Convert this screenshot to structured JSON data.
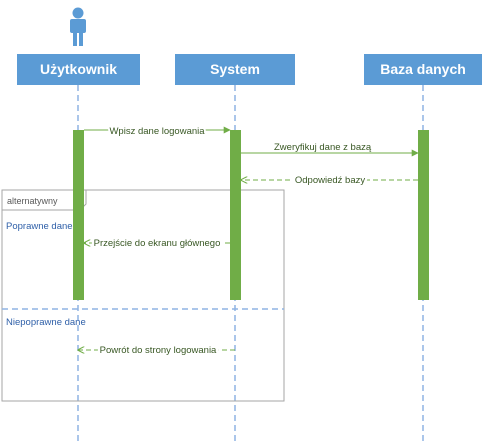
{
  "actors": {
    "user": "Użytkownik",
    "system": "System",
    "database": "Baza danych"
  },
  "messages": {
    "enter_login": "Wpisz dane logowania",
    "verify_data": "Zweryfikuj dane z bazą",
    "db_response": "Odpowiedź bazy",
    "go_home": "Przejście do ekranu głównego",
    "back_to_login": "Powrót do strony logowania"
  },
  "fragment": {
    "label": "alternatywny",
    "guard_valid": "Poprawne dane",
    "guard_invalid": "Niepoprawne dane"
  },
  "icons": [
    "person-icon"
  ],
  "colors": {
    "actor_box": "#5b9bd5",
    "lifeline": "#8fb4e3",
    "activation": "#70ad47",
    "message": "#70ad47",
    "message_text": "#385723",
    "fragment_border": "#a6a6a6",
    "guard_text": "#2e5fa8"
  }
}
